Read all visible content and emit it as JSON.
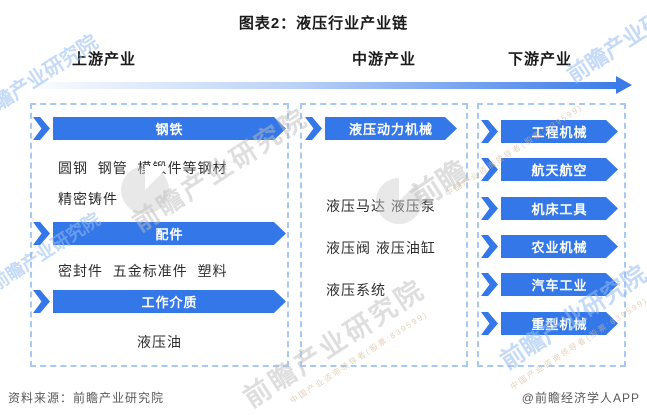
{
  "title": "图表2：液压行业产业链",
  "stages": [
    {
      "label": "上游产业"
    },
    {
      "label": "中游产业"
    },
    {
      "label": "下游产业"
    }
  ],
  "upstream": {
    "sections": [
      {
        "banner": "钢铁",
        "lines": [
          "圆钢  钢管  模锻件等钢材",
          "精密铸件"
        ]
      },
      {
        "banner": "配件",
        "lines": [
          "密封件  五金标准件  塑料"
        ]
      },
      {
        "banner": "工作介质",
        "lines": [
          "液压油"
        ]
      }
    ]
  },
  "midstream": {
    "banner": "液压动力机械",
    "lines": [
      "液压马达 液压泵",
      "液压阀 液压油缸",
      "液压系统"
    ]
  },
  "downstream": {
    "banners": [
      "工程机械",
      "航天航空",
      "机床工具",
      "农业机械",
      "汽车工业",
      "重型机械"
    ]
  },
  "footer": {
    "source": "资料来源：前瞻产业研究院",
    "credit": "@前瞻经济学人APP"
  },
  "watermarks": {
    "brand": "前瞻产业研究院",
    "brand_short": "前瞻",
    "tagline": "中国产业咨询领导者(股票:839599)"
  },
  "colors": {
    "banner_blue": "#3377E8",
    "border_blue": "#A8C9F4",
    "arrow_blue": "#3B7BE8"
  }
}
